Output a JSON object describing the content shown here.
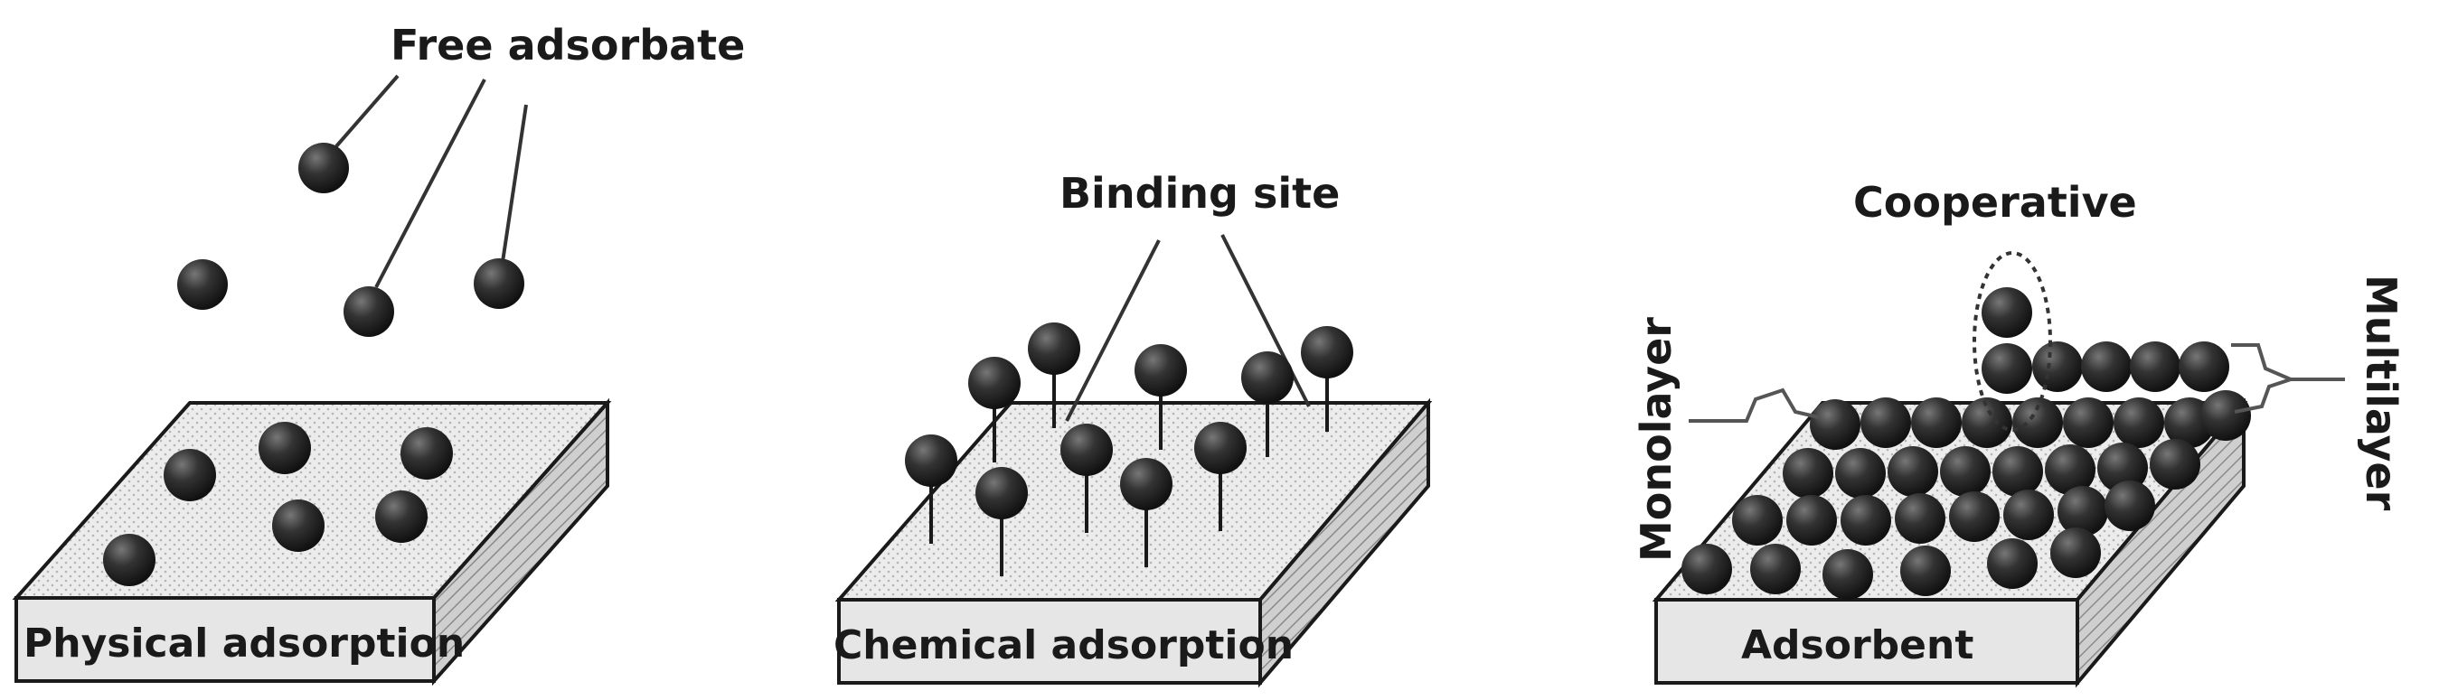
{
  "panels": {
    "physical": {
      "callout": "Free adsorbate",
      "surface_label": "Physical adsorption"
    },
    "chemical": {
      "callout": "Binding site",
      "surface_label": "Chemical adsorption"
    },
    "cooperative": {
      "callout": "Cooperative",
      "left_label": "Monolayer",
      "right_label": "Multilayer",
      "surface_label": "Adsorbent"
    }
  },
  "colors": {
    "particle": "#2b2b2b",
    "slab_top": "#e9e9e9",
    "slab_side": "#bdbdbd",
    "outline": "#1a1a1a"
  }
}
